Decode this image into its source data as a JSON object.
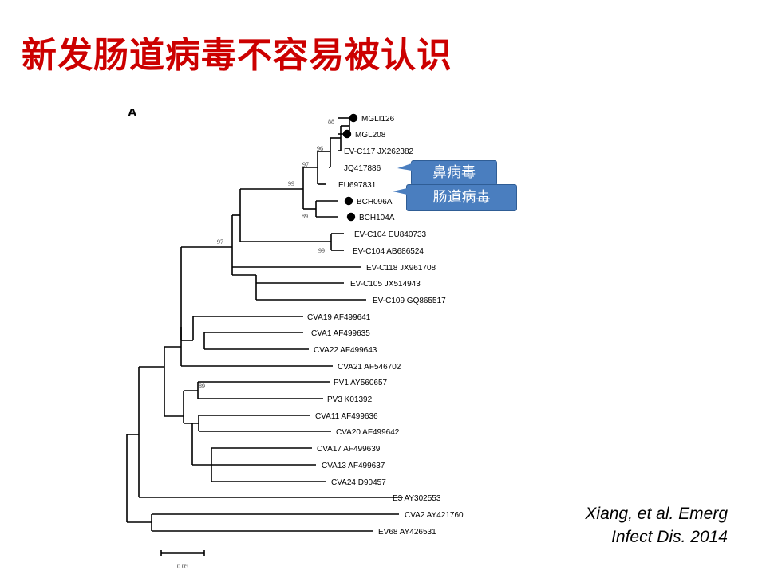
{
  "slide": {
    "title": "新发肠道病毒不容易被认识"
  },
  "tree": {
    "panel_letter": "A",
    "leaves": [
      {
        "label": "MGLI126",
        "marked": true
      },
      {
        "label": "MGL208",
        "marked": true
      },
      {
        "label": "EV-C117 JX262382",
        "marked": false
      },
      {
        "label": "JQ417886",
        "marked": false
      },
      {
        "label": "EU697831",
        "marked": false
      },
      {
        "label": "BCH096A",
        "marked": true
      },
      {
        "label": "BCH104A",
        "marked": true
      },
      {
        "label": "EV-C104 EU840733",
        "marked": false
      },
      {
        "label": "EV-C104 AB686524",
        "marked": false
      },
      {
        "label": "EV-C118 JX961708",
        "marked": false
      },
      {
        "label": "EV-C105 JX514943",
        "marked": false
      },
      {
        "label": "EV-C109 GQ865517",
        "marked": false
      },
      {
        "label": "CVA19 AF499641",
        "marked": false
      },
      {
        "label": "CVA1 AF499635",
        "marked": false
      },
      {
        "label": "CVA22 AF499643",
        "marked": false
      },
      {
        "label": "CVA21 AF546702",
        "marked": false
      },
      {
        "label": "PV1 AY560657",
        "marked": false
      },
      {
        "label": "PV3 K01392",
        "marked": false
      },
      {
        "label": "CVA11 AF499636",
        "marked": false
      },
      {
        "label": "CVA20 AF499642",
        "marked": false
      },
      {
        "label": "CVA17 AF499639",
        "marked": false
      },
      {
        "label": "CVA13 AF499637",
        "marked": false
      },
      {
        "label": "CVA24 D90457",
        "marked": false
      },
      {
        "label": "E3 AY302553",
        "marked": false
      },
      {
        "label": "CVA2 AY421760",
        "marked": false
      },
      {
        "label": "EV68 AY426531",
        "marked": false
      }
    ],
    "bootstrap_values": [
      "88",
      "96",
      "97",
      "99",
      "89",
      "97",
      "99",
      "89"
    ],
    "scale_bar_label": "0.05"
  },
  "callouts": {
    "nasal_virus": "鼻病毒",
    "enterovirus": "肠道病毒"
  },
  "citation": {
    "line1": "Xiang, et al. Emerg",
    "line2": "Infect Dis. 2014"
  },
  "colors": {
    "title": "#cc0000",
    "callout_fill": "#4a7ebf",
    "callout_border": "#2f5d95",
    "marker": "#000000"
  }
}
